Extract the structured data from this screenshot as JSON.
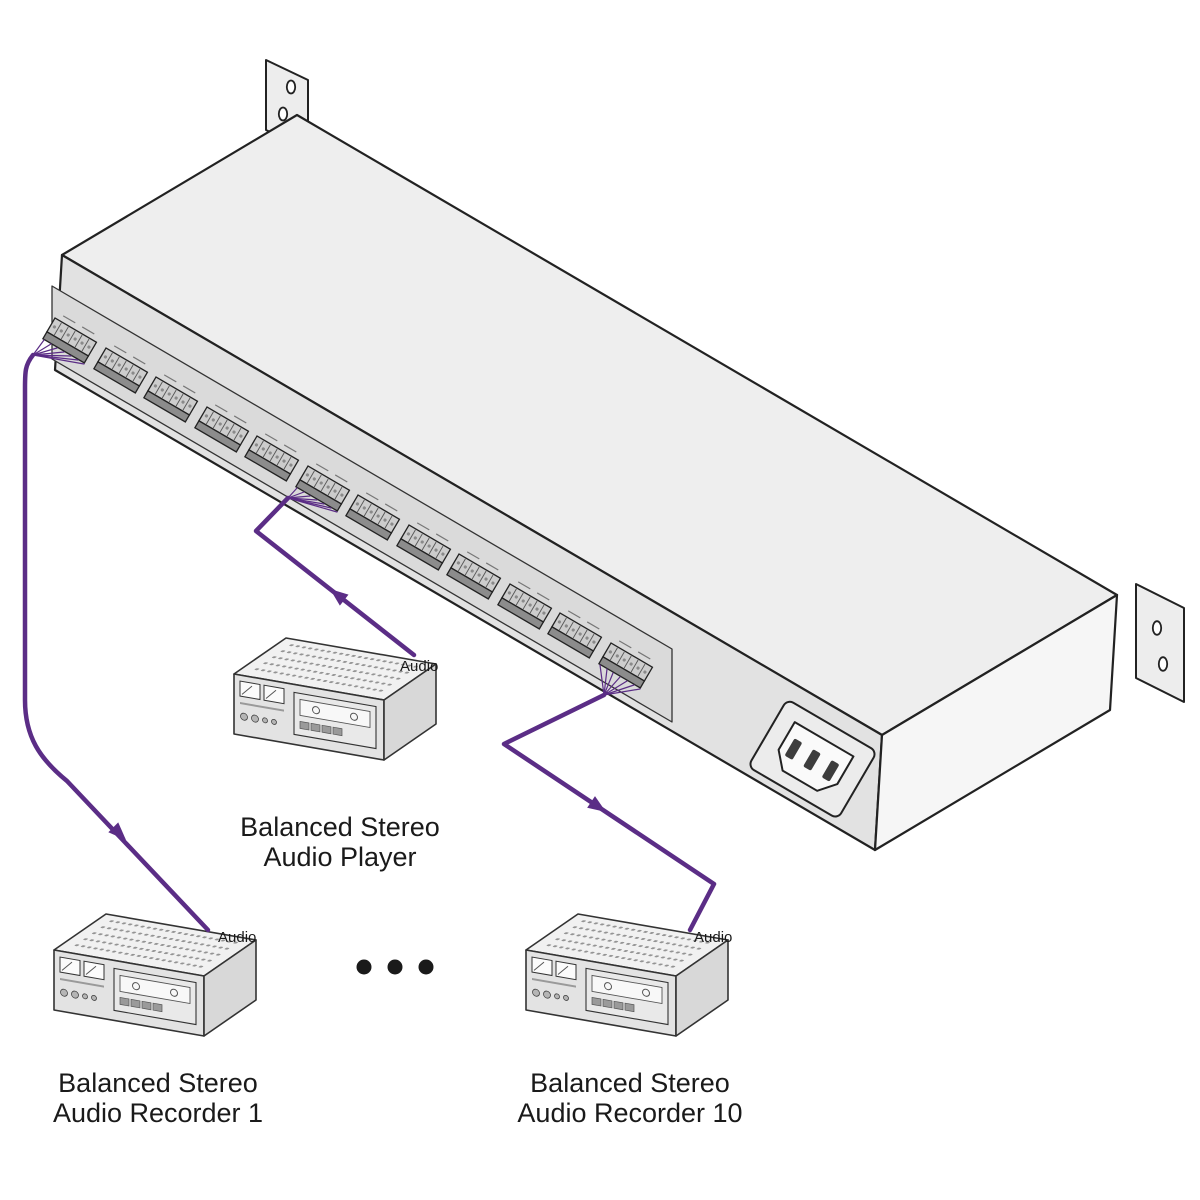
{
  "diagram_type": "audio-distribution-connection-diagram",
  "colors": {
    "cable": "#5b2d86",
    "outline": "#222222",
    "chassis_top": "#eeeeee",
    "chassis_front": "#e2e2e2",
    "chassis_side": "#f6f6f6",
    "text": "#1a1a1a"
  },
  "rack_unit": {
    "terminal_block_count": 12,
    "has_power_inlet": true,
    "rack_ears": 2
  },
  "devices": {
    "player": {
      "line1": "Balanced Stereo",
      "line2": "Audio Player",
      "port": "Audio"
    },
    "recorder1": {
      "line1": "Balanced Stereo",
      "line2": "Audio Recorder 1",
      "port": "Audio"
    },
    "recorder10": {
      "line1": "Balanced Stereo",
      "line2": "Audio Recorder 10",
      "port": "Audio"
    }
  },
  "ellipsis_dot_count": 3
}
